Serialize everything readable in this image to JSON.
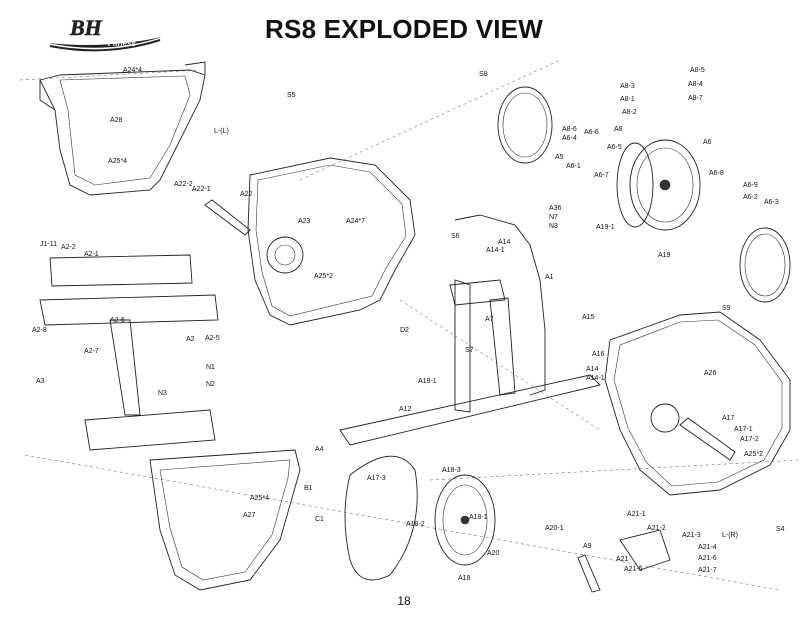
{
  "header": {
    "title": "RS8 EXPLODED VIEW",
    "logo_text": "BH",
    "logo_subtext": "Fitness"
  },
  "page_number": "18",
  "part_labels": [
    "A24*4",
    "S5",
    "A28",
    "L-(L)",
    "A25*4",
    "A22-2",
    "A22-1",
    "A22",
    "A23",
    "A24*7",
    "J1-11",
    "A2-2",
    "A2-1",
    "A25*2",
    "A2-8",
    "A2-6",
    "A2-5",
    "A2",
    "A2-7",
    "N1",
    "N2",
    "N3",
    "A3",
    "S8",
    "A8-3",
    "A8-5",
    "A8-4",
    "A8-7",
    "A8-1",
    "A8-2",
    "A8",
    "A8-6",
    "A6-4",
    "A6-6",
    "A6-5",
    "A5",
    "A6-1",
    "A6-7",
    "A6",
    "A6-8",
    "A6-9",
    "A6-2",
    "A6-3",
    "A19-1",
    "A19",
    "A36",
    "N7",
    "N3",
    "S6",
    "A14",
    "A14-1",
    "A1",
    "S9",
    "D2",
    "A7",
    "A15",
    "A16",
    "S7",
    "A14",
    "A14-1",
    "A19-1",
    "A12",
    "A26",
    "A17",
    "A17-1",
    "A17-2",
    "A25*2",
    "A4",
    "B1",
    "C1",
    "A17-3",
    "A18-3",
    "A18-1",
    "A18-2",
    "A18",
    "A20",
    "A20-1",
    "A25*4",
    "A27",
    "A21-1",
    "A21-2",
    "A21-3",
    "A21-4",
    "A21-6",
    "A21",
    "A21-5",
    "A21-7",
    "A9",
    "L-(R)",
    "S4"
  ]
}
